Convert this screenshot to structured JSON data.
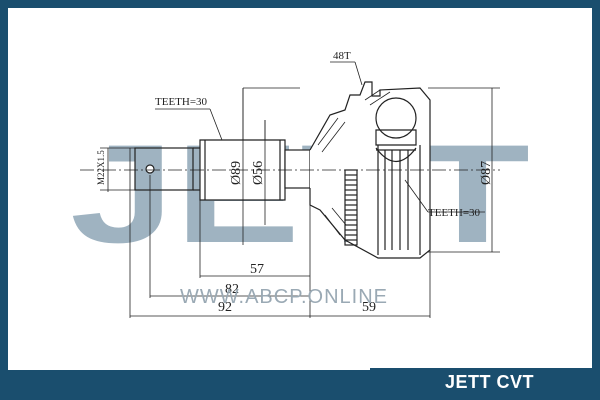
{
  "brand": {
    "logo_text": "JETT",
    "footer_label": "JETT CVT"
  },
  "watermark": {
    "text": "WWW.ABCP.ONLINE"
  },
  "drawing": {
    "dimensions": {
      "thread_left": "M22X1.5",
      "spline_teeth_shaft": "TEETH=30",
      "dia_89": "Ø89",
      "dia_56": "Ø56",
      "abs_teeth": "48T",
      "inner_teeth": "TEETH=30",
      "dia_87": "Ø87",
      "len_57": "57",
      "len_82": "82",
      "len_92": "92",
      "len_59": "59"
    }
  },
  "colors": {
    "frame": "#1a4e6e",
    "logo": "#9fb3c1",
    "line": "#222222"
  }
}
